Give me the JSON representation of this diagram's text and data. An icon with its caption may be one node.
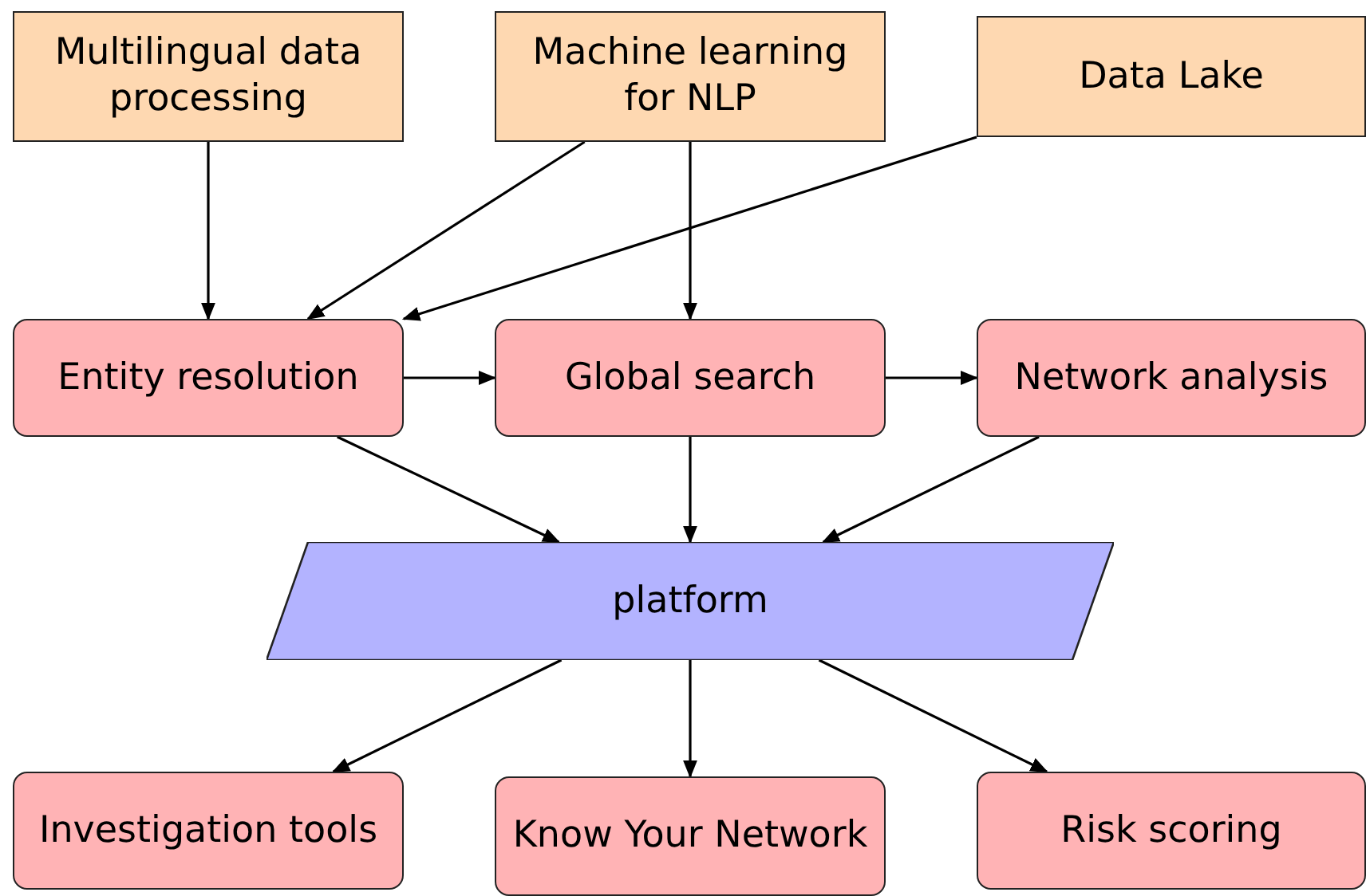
{
  "diagram": {
    "nodes": [
      {
        "text": [
          "Multilingual data processing"
        ]
      },
      {
        "text": [
          "Machine learning for NLP"
        ]
      },
      {
        "text": [
          "Data Lake"
        ]
      },
      {
        "text": [
          "Entity resolution"
        ]
      },
      {
        "text": [
          "Global search"
        ]
      },
      {
        "text": [
          "Network analysis"
        ]
      },
      {
        "text": [
          "platform"
        ]
      },
      {
        "text": [
          "Investigation tools"
        ]
      },
      {
        "text": [
          "Know Your Network"
        ]
      },
      {
        "text": [
          "Risk scoring"
        ]
      }
    ],
    "edges": [
      {
        "from": 0,
        "to": 3,
        "arrow": "to"
      },
      {
        "from": 1,
        "to": 3,
        "arrow": "to"
      },
      {
        "from": 2,
        "to": 3,
        "arrow": "to"
      },
      {
        "from": 1,
        "to": 4,
        "arrow": "to"
      },
      {
        "from": 3,
        "to": 4,
        "arrow": "to"
      },
      {
        "from": 4,
        "to": 5,
        "arrow": "to"
      },
      {
        "from": 3,
        "to": 6,
        "arrow": "to"
      },
      {
        "from": 4,
        "to": 6,
        "arrow": "to"
      },
      {
        "from": 5,
        "to": 6,
        "arrow": "to"
      },
      {
        "from": 6,
        "to": 7,
        "arrow": "to"
      },
      {
        "from": 6,
        "to": 8,
        "arrow": "to"
      },
      {
        "from": 6,
        "to": 9,
        "arrow": "to"
      }
    ]
  }
}
